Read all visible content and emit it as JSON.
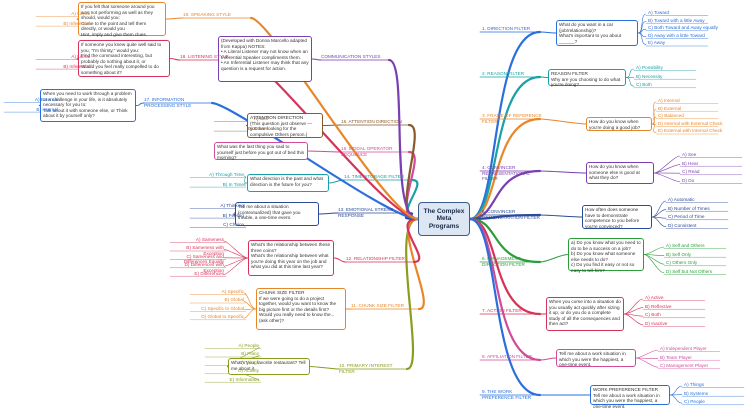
{
  "center_title": "The Complex Meta Programs",
  "colors": {
    "blue": "#2a6fdb",
    "teal": "#1aa0a8",
    "orange": "#e8862a",
    "purple": "#7a3fb0",
    "green": "#2a9d3a",
    "red": "#d6335a",
    "pink": "#d14b9a",
    "olive": "#8a9d1f",
    "navy": "#2c4a9a",
    "brown": "#8a5a2a"
  },
  "right": [
    {
      "label": "1. DIRECTION FILTER",
      "question": "What do you want in a car (job/relationship)?\nWhat's important to you about ______?",
      "answers": [
        "A) Toward",
        "B) Toward with a little Away",
        "C) Both Toward and Away equally",
        "D) Away with a little Toward",
        "E) Away"
      ]
    },
    {
      "label": "2. REASON FILTER",
      "question": "REASON FILTER\nWhy are you choosing to do what you're doing?",
      "answers": [
        "A) Possibility",
        "B) Necessity",
        "C) Both"
      ]
    },
    {
      "label": "3. FRAME OF REFERENCE FILTER",
      "question": "How do you know when you're doing a good job?",
      "answers": [
        "A) Internal",
        "B) External",
        "C) Balanced",
        "D) Internal with External Check",
        "E) External with Internal Check"
      ]
    },
    {
      "label": "4. CONVINCER REPRESENTATIONAL FILTER",
      "question": "How do you know when someone else is good at what they do?",
      "answers": [
        "A) See",
        "B) Hear",
        "C) Read",
        "D) Do"
      ]
    },
    {
      "label": "5. CONVINCER DEMONSTRATION FILTER",
      "question": "How often does someone have to demonstrate competence to you before you're convinced?",
      "answers": [
        "A) Automatic",
        "B) Number of Times",
        "C) Period of Time",
        "D) Consistent"
      ]
    },
    {
      "label": "6. MANAGEMENT DIRECTION FILTER",
      "question": "a) Do you know what you need to do to be a success on a job?\nb) Do you know what someone else needs to do?\nc) Do you find it easy or not so easy to tell him?",
      "answers": [
        "A) Self and Others",
        "B) Self Only",
        "C) Others Only",
        "D) Self but Not Others"
      ]
    },
    {
      "label": "7. ACTION FILTER",
      "question": "When you come into a situation do you usually act quickly after sizing it up, or do you do a complete study of all the consequences and then act?",
      "answers": [
        "A) Active",
        "B) Reflective",
        "C) Both",
        "D) Inactive"
      ]
    },
    {
      "label": "8. AFFILIATION FILTER",
      "question": "Tell me about a work situation in which you were the happiest, a one-time event.",
      "answers": [
        "A) Independent Player",
        "B) Team Player",
        "C) Management Player"
      ]
    },
    {
      "label": "9. THE WORK PREFERENCE FILTER",
      "question": "WORK PREFERENCE FILTER\nTell me about a work situation in which you were the happiest, a one-time event.",
      "answers": [
        "A) Things",
        "B) Systems",
        "C) People"
      ]
    }
  ],
  "left": [
    {
      "label": "10. PRIMARY INTEREST FILTER",
      "question": "What's your favorite restaurant? Tell me about it.",
      "answers": [
        "A) People",
        "B) Place",
        "C) Things",
        "D) Activity",
        "E) Information"
      ]
    },
    {
      "label": "11. CHUNK SIZE FILTER",
      "question": "CHUNK SIZE FILTER\nIf we were going to do a project together, would you want to know the big picture first or the details first? Would you really need to know the... (ask other)?",
      "answers": [
        "A) Specific",
        "B) Global",
        "C) Specific to Global",
        "D) Global to Specific"
      ]
    },
    {
      "label": "12. RELATIONSHIP FILTER",
      "question": "What's the relationship between these three coins?\nWhat's the relationship between what you're doing this year on the job and what you did at this time last year?",
      "answers": [
        "A) Sameness",
        "B) Sameness with Exception",
        "C) Sameness and Differences Equally",
        "D) Differences with Exception",
        "E) Differences"
      ]
    },
    {
      "label": "13. EMOTIONAL STRESS RESPONSE",
      "question": "Tell me about a situation (contextualized) that gave you trouble, a one-time event.",
      "answers": [
        "A) Thinking",
        "B) Feeling",
        "C) Choice"
      ]
    },
    {
      "label": "14. TIME STORAGE FILTER",
      "question": "What direction is the past and what direction is the future for you?",
      "answers": [
        "A) Through Time",
        "B) In Time"
      ]
    },
    {
      "label": "15. MODAL OPERATOR SEQUENCE",
      "question": "What was the last thing you said to yourself just before you got out of bed this morning?",
      "answers": []
    },
    {
      "label": "16. ATTENTION DIRECTION",
      "question": "ATTENTION DIRECTION\n(This question just observe — you are looking for the compulsive Others person.)",
      "answers": [
        "A) Self",
        "B) Others"
      ]
    },
    {
      "label": "COMMUNICATION STYLES",
      "question": "(Developed with Donna Marcello adapted from Kappa) NOTES:\n• A Literal Listener may not know when an Inferential Speaker compliments them.\n• An Inferential Listener may think that any question is a request for action.",
      "answers": []
    },
    {
      "label": "17. INFORMATION PROCESSING STYLE",
      "question": "When you need to work through a problem or a challenge in your life, is it absolutely necessary for you to:\nTalk about it with someone else, or Think about it by yourself only?",
      "answers": [
        "A) External",
        "B) Internal"
      ]
    },
    {
      "label": "18. LISTENING STYLE",
      "question": "If someone you knew quite well said to you, \"I'm thirsty,\" would you:\nFind the command interesting, but probably do nothing about it, or\nWould you feel really compelled to do something about it?",
      "answers": [
        "A) Literal",
        "B) Inferential"
      ]
    },
    {
      "label": "19. SPEAKING STYLE",
      "question": "If you felt that someone around you was not performing as well as they should, would you:\nCome to the point and tell them directly, or would you\nHint, imply and give them clues.",
      "answers": [
        "A) Literal",
        "B) Inferential"
      ]
    }
  ]
}
